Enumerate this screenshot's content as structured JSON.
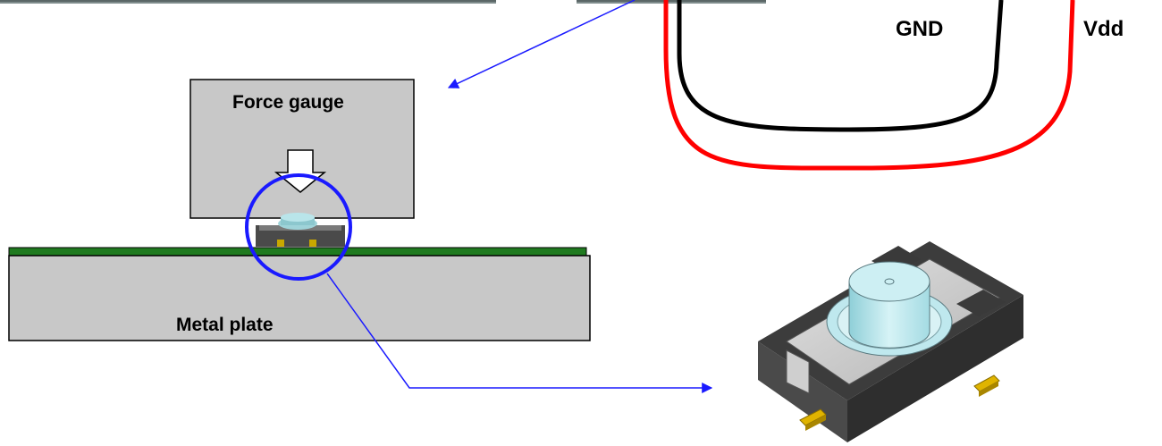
{
  "labels": {
    "force_gauge": "Force gauge",
    "metal_plate": "Metal plate",
    "gnd": "GND",
    "vdd": "Vdd"
  },
  "colors": {
    "gauge_fill": "#c8c8c8",
    "plate_fill": "#c8c8c8",
    "pcb_green": "#1f7a1f",
    "highlight_circle": "#1a1aff",
    "arrow_blue": "#1a1aff",
    "wire_gnd": "#000000",
    "wire_vdd": "#ff0000",
    "cap_light_blue": "#bfe8ee",
    "switch_body_dark": "#3e3e3e",
    "terminal_gold": "#d4a400"
  },
  "icons": {
    "press_direction": "down-arrow-icon",
    "switch_photo": "tactile-switch-icon"
  }
}
